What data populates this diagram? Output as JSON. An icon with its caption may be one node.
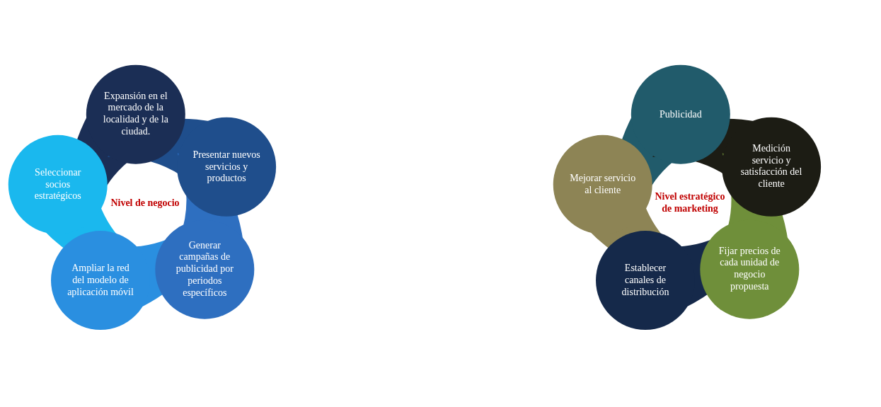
{
  "diagram": {
    "nodes": [
      {
        "text": [
          "Expansión en el mercado de la localidad y de la ciudad."
        ]
      },
      {
        "text": [
          "Presentar nuevos servicios y productos"
        ]
      },
      {
        "text": [
          "Seleccionar socios estratégicos"
        ]
      },
      {
        "text": [
          "Ampliar la red del modelo de aplicación móvil"
        ]
      },
      {
        "text": [
          "Generar campañas de publicidad por periodos específicos"
        ]
      },
      {
        "text": [
          "Publicidad"
        ]
      },
      {
        "text": [
          "Mejorar servicio al cliente"
        ]
      },
      {
        "text": [
          "Medición servicio y satisfacción del cliente"
        ]
      },
      {
        "text": [
          "Establecer canales de distribución"
        ]
      },
      {
        "text": [
          "Fijar precios de cada unidad de negocio propuesta"
        ]
      }
    ],
    "labels": [
      "Nivel de negocio",
      "Nivel estratégico de marketing"
    ]
  }
}
